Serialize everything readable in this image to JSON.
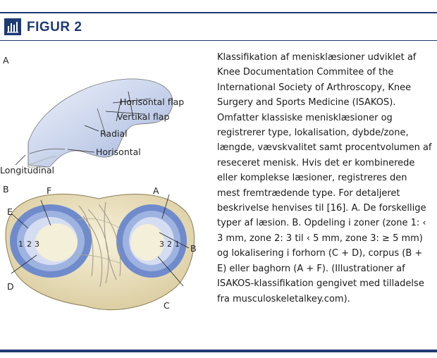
{
  "figure": {
    "title": "FIGUR 2",
    "caption": "Klassifikation af menisklæsioner udviklet af Knee Documentation Commitee of the International Society of Arthroscopy, Knee Surgery and Sports Medicine (ISAKOS). Omfatter klassiske menisklæsioner og registrerer type, lokalisation, dybde/zone, længde, vævskvalitet samt procentvolumen af reseceret menisk. Hvis det er kombinerede eller komplekse læsioner, registreres den mest fremtrædende type. For detaljeret beskrivelse henvises til [16]. A. De forskellige typer af læsion. B. Opdeling i zoner (zone 1: ‹ 3 mm, zone 2: 3 til ‹ 5 mm, zone 3: ≥ 5 mm) og lokalisering i forhorn (C + D), corpus (B + E) eller baghorn (A + F). (Illustrationer af ISAKOS-klassifikation gengivet med tilladelse fra musculoskeletalkey.com)."
  },
  "panel_a": {
    "label": "A",
    "labels": {
      "horisontal_flap": "Horisontal flap",
      "vertikal_flap": "Vertikal flap",
      "radial": "Radial",
      "horisontal": "Horisontal",
      "longitudinal": "Longitudinal"
    }
  },
  "panel_b": {
    "label": "B",
    "regions": {
      "a": "A",
      "b": "B",
      "c": "C",
      "d": "D",
      "e": "E",
      "f": "F"
    },
    "zones_left": [
      "1",
      "2",
      "3"
    ],
    "zones_right": [
      "3",
      "2",
      "1"
    ]
  },
  "colors": {
    "accent": "#1f3a73",
    "meniscus": "#7d95cf",
    "meniscus_light": "#dde4f4",
    "bone": "#efe6c4"
  }
}
